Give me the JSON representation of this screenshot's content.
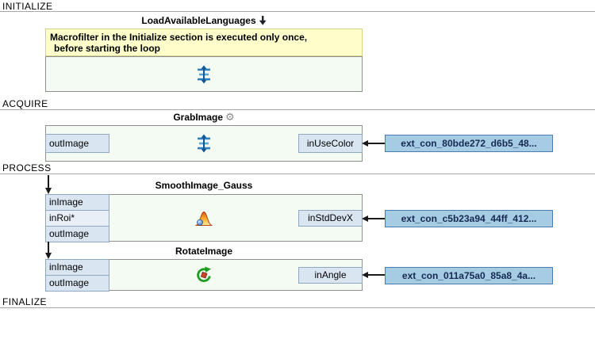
{
  "sections": {
    "initialize": "INITIALIZE",
    "acquire": "ACQUIRE",
    "process": "PROCESS",
    "finalize": "FINALIZE"
  },
  "initialize_block": {
    "title": "LoadAvailableLanguages",
    "comment_line1": "Macrofilter in the Initialize section is executed only once,",
    "comment_line2": "before starting the loop"
  },
  "grab_image": {
    "title": "GrabImage",
    "out_port": "outImage",
    "in_port": "inUseColor",
    "external_label": "ext_con_80bde272_d6b5_48..."
  },
  "smooth_image": {
    "title": "SmoothImage_Gauss",
    "left_ports": [
      "inImage",
      "inRoi*",
      "outImage"
    ],
    "in_port": "inStdDevX",
    "external_label": "ext_con_c5b23a94_44ff_412..."
  },
  "rotate_image": {
    "title": "RotateImage",
    "left_ports": [
      "inImage",
      "outImage"
    ],
    "in_port": "inAngle",
    "external_label": "ext_con_011a75a0_85a8_4a..."
  },
  "icons": {
    "gear_glyph": "⚙",
    "names": [
      "macrofilter-instance-icon",
      "gear-icon",
      "expand-down-arrow-icon",
      "gaussian-smooth-icon",
      "rotate-image-icon"
    ]
  },
  "colors": {
    "block_bg": "#f3fbf3",
    "port_cell_bg": "#d9e5f1",
    "note_bg": "#ffffcc",
    "external_bg": "#a6cbe4",
    "external_border": "#4a7dad",
    "icon_blue": "#2e7fc2"
  }
}
